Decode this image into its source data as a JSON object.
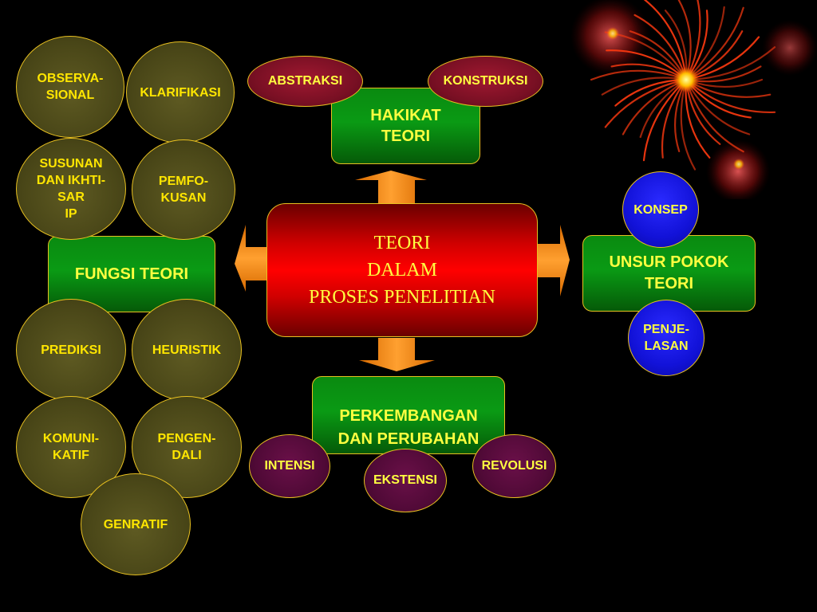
{
  "center": {
    "text": "TEORI\nDALAM\nPROSES PENELITIAN"
  },
  "hakikat": {
    "title": "HAKIKAT\nTEORI",
    "abstraksi": "ABSTRAKSI",
    "konstruksi": "KONSTRUKSI"
  },
  "unsur": {
    "title": "UNSUR POKOK\nTEORI",
    "konsep": "KONSEP",
    "penjelasan": "PENJE-\nLASAN"
  },
  "perkembangan": {
    "title": "PERKEMBANGAN\nDAN PERUBAHAN\nTEORI",
    "intensi": "INTENSI",
    "ekstensi": "EKSTENSI",
    "revolusi": "REVOLUSI"
  },
  "fungsi": {
    "title": "FUNGSI TEORI",
    "items": [
      "OBSERVA-\nSIONAL",
      "KLARIFIKASI",
      "SUSUNAN\nDAN IKHTI-\nSAR\nIP",
      "PEMFO-\nKUSAN",
      "PREDIKSI",
      "HEURISTIK",
      "KOMUNI-\nKATIF",
      "PENGEN-\nDALI",
      "GENRATIF"
    ]
  },
  "colors": {
    "background": "#000000",
    "text": "#ffff40",
    "green_box": "#0a8a10",
    "central_box": "#ff0000",
    "arrow": "#ff8c1a",
    "outline": "#e8c020"
  }
}
